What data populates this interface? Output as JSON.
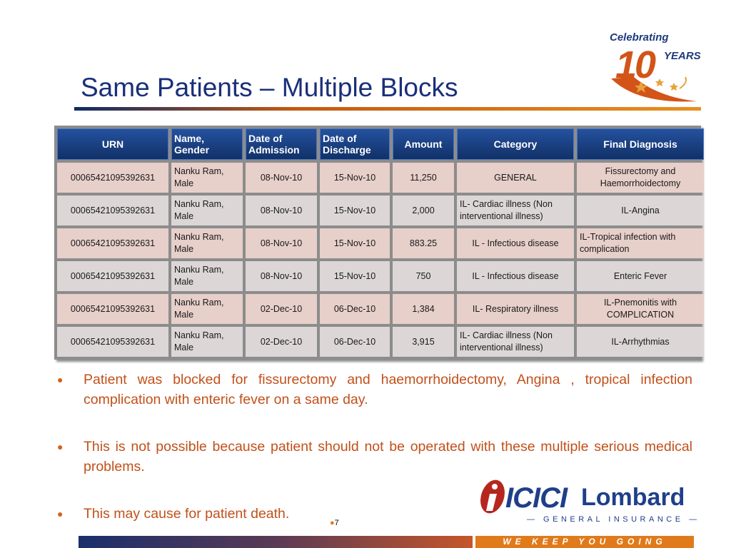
{
  "slide": {
    "title": "Same Patients – Multiple Blocks",
    "page_number": "7",
    "page_dot": "●"
  },
  "badge": {
    "top": "Celebrating",
    "number": "10",
    "years": "YEARS"
  },
  "table": {
    "headers": [
      "URN",
      "Name, Gender",
      "Date of Admission",
      "Date of Discharge",
      "Amount",
      "Category",
      "Final Diagnosis"
    ],
    "rows": [
      [
        "00065421095392631",
        "Nanku Ram, Male",
        "08-Nov-10",
        "15-Nov-10",
        "11,250",
        "GENERAL",
        "Fissurectomy and Haemorrhoidectomy"
      ],
      [
        "00065421095392631",
        "Nanku Ram, Male",
        "08-Nov-10",
        "15-Nov-10",
        "2,000",
        "IL- Cardiac illness (Non interventional  illness)",
        "IL-Angina"
      ],
      [
        "00065421095392631",
        "Nanku Ram, Male",
        "08-Nov-10",
        "15-Nov-10",
        "883.25",
        "IL - Infectious disease",
        "IL-Tropical infection with complication"
      ],
      [
        "00065421095392631",
        "Nanku Ram, Male",
        "08-Nov-10",
        "15-Nov-10",
        "750",
        "IL - Infectious disease",
        "Enteric Fever"
      ],
      [
        "00065421095392631",
        "Nanku Ram, Male",
        "02-Dec-10",
        "06-Dec-10",
        "1,384",
        "IL- Respiratory illness",
        "IL-Pnemonitis  with COMPLICATION"
      ],
      [
        "00065421095392631",
        "Nanku Ram, Male",
        "02-Dec-10",
        "06-Dec-10",
        "3,915",
        "IL- Cardiac illness (Non interventional  illness)",
        "IL-Arrhythmias"
      ]
    ]
  },
  "bullets": [
    "Patient was blocked for fissurectomy and haemorrhoidectomy,  Angina , tropical infection complication with enteric fever on a same day.",
    "This is not possible because patient should not be operated with these multiple serious medical problems.",
    "This may cause for patient death."
  ],
  "bullet_glyph": "●",
  "logo": {
    "icici": "ICICI",
    "lombard": "Lombard",
    "subtitle": "— GENERAL INSURANCE —"
  },
  "footer": {
    "tagline": "WE KEEP YOU GOING"
  },
  "colors": {
    "title": "#1a2f7a",
    "header_bg": "#13376e",
    "row_pink": "#e7cfca",
    "row_gray": "#dcd7d6",
    "bullet_text": "#c2501a",
    "accent_orange": "#e07a1a"
  }
}
